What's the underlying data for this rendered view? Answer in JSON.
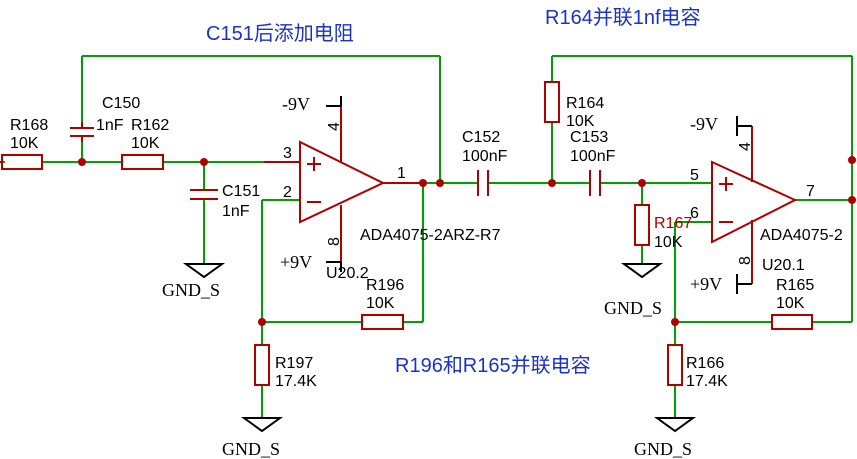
{
  "annotations": {
    "c151_note": "C151后添加电阻",
    "r164_note": "R164并联1nf电容",
    "r196_note": "R196和R165并联电容"
  },
  "components": {
    "R168": {
      "ref": "R168",
      "value": "10K"
    },
    "C150": {
      "ref": "C150",
      "value": "1nF"
    },
    "R162": {
      "ref": "R162",
      "value": "10K"
    },
    "C151": {
      "ref": "C151",
      "value": "1nF"
    },
    "U20_2": {
      "ref": "U20.2",
      "part": "ADA4075-2ARZ-R7",
      "pin_in_plus": "3",
      "pin_in_minus": "2",
      "pin_out": "1",
      "pin_vneg": "4",
      "pin_vpos": "8",
      "vneg": "-9V",
      "vpos": "+9V"
    },
    "R196": {
      "ref": "R196",
      "value": "10K"
    },
    "R197": {
      "ref": "R197",
      "value": "17.4K"
    },
    "C152": {
      "ref": "C152",
      "value": "100nF"
    },
    "R164": {
      "ref": "R164",
      "value": "10K"
    },
    "C153": {
      "ref": "C153",
      "value": "100nF"
    },
    "R167": {
      "ref": "R167",
      "value": "10K"
    },
    "U20_1": {
      "ref": "U20.1",
      "part": "ADA4075-2",
      "pin_in_plus": "5",
      "pin_in_minus": "6",
      "pin_out": "7",
      "pin_vneg": "4",
      "pin_vpos": "8",
      "vneg": "-9V",
      "vpos": "+9V"
    },
    "R165": {
      "ref": "R165",
      "value": "10K"
    },
    "R166": {
      "ref": "R166",
      "value": "17.4K"
    }
  },
  "grounds": {
    "label": "GND_S"
  },
  "colors": {
    "wire": "#00a000",
    "component": "#b00000",
    "annotation": "#1a32c8"
  }
}
